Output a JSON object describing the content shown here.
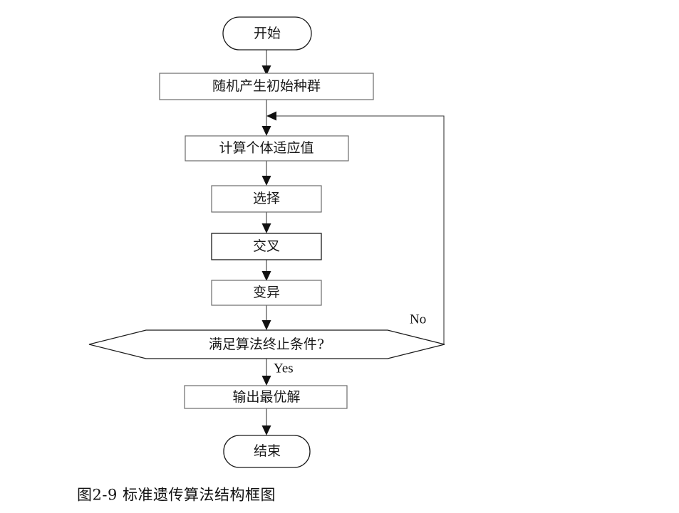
{
  "figure": {
    "caption": "图2-9  标准遗传算法结构框图",
    "background_color": "#ffffff",
    "outline_color": "#6b6b6b",
    "text_color": "#1a1a1a"
  },
  "nodes": {
    "start": {
      "label": "开始",
      "shape": "terminator"
    },
    "init_population": {
      "label": "随机产生初始种群",
      "shape": "process"
    },
    "fitness": {
      "label": "计算个体适应值",
      "shape": "process"
    },
    "selection": {
      "label": "选择",
      "shape": "process"
    },
    "crossover": {
      "label": "交叉",
      "shape": "process"
    },
    "mutation": {
      "label": "变异",
      "shape": "process"
    },
    "decision": {
      "label": "满足算法终止条件?",
      "shape": "hexagon"
    },
    "output": {
      "label": "输出最优解",
      "shape": "process"
    },
    "end": {
      "label": "结束",
      "shape": "terminator"
    }
  },
  "edge_labels": {
    "no": "No",
    "yes": "Yes"
  }
}
